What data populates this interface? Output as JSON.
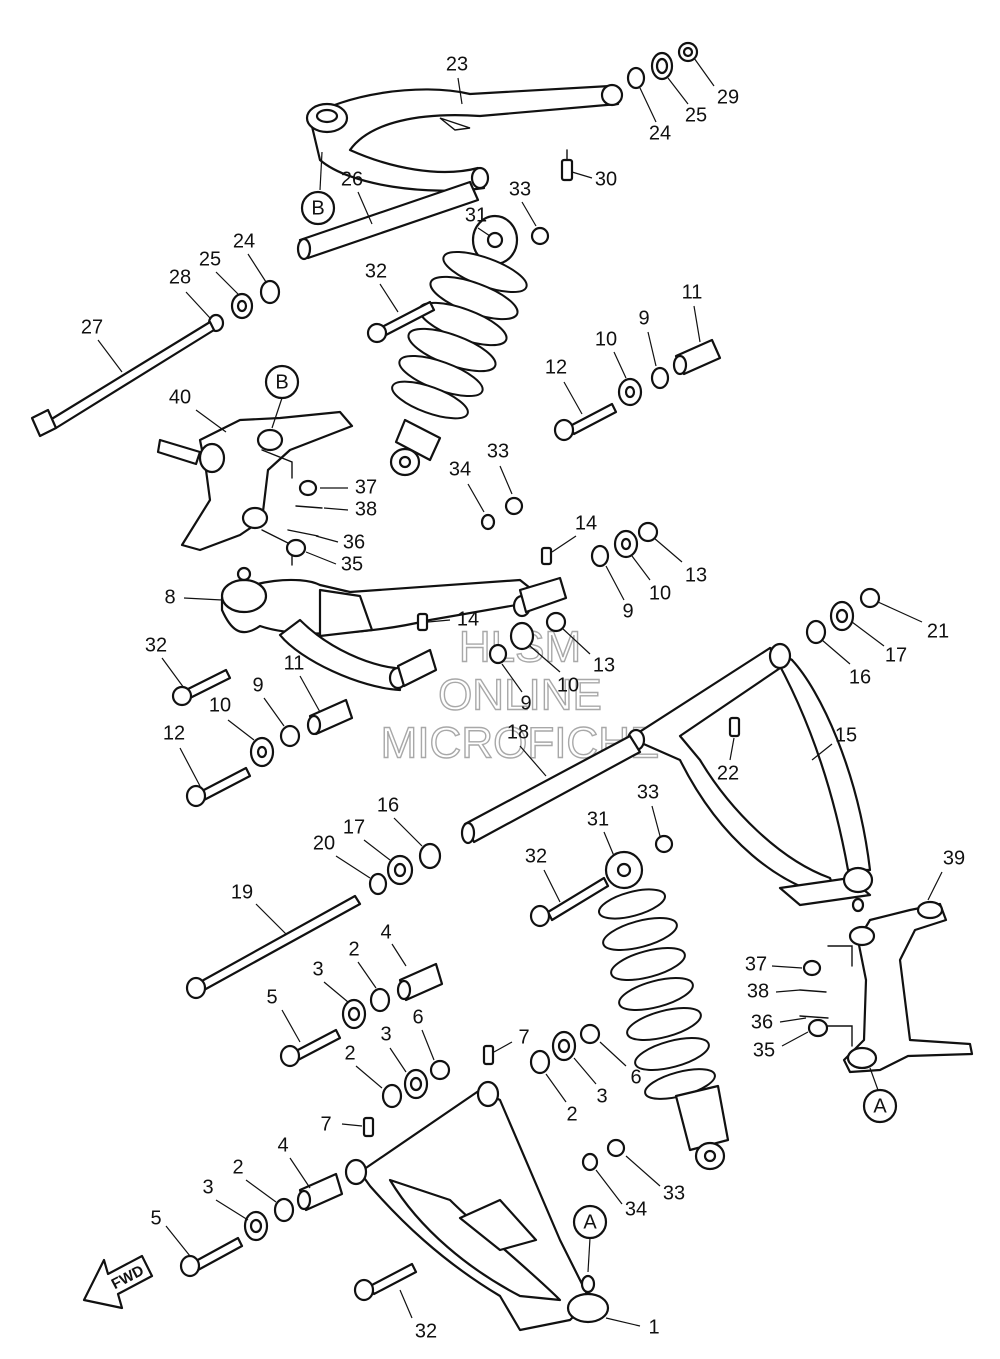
{
  "watermark": {
    "line1": "HLSM",
    "line2": "ONLINE",
    "line3": "MICROFICHE"
  },
  "direction_label": "FWD",
  "reference_markers": [
    {
      "id": "ref_b_top",
      "letter": "B"
    },
    {
      "id": "ref_b_knuckle",
      "letter": "B"
    },
    {
      "id": "ref_a_lower",
      "letter": "A"
    },
    {
      "id": "ref_a_knuckle",
      "letter": "A"
    }
  ],
  "callouts": [
    "23",
    "29",
    "25",
    "24",
    "30",
    "26",
    "33",
    "31",
    "24",
    "25",
    "28",
    "32",
    "27",
    "11",
    "10",
    "9",
    "12",
    "40",
    "33",
    "34",
    "37",
    "38",
    "36",
    "35",
    "14",
    "13",
    "10",
    "9",
    "8",
    "14",
    "13",
    "10",
    "9",
    "32",
    "11",
    "9",
    "10",
    "12",
    "21",
    "17",
    "16",
    "15",
    "18",
    "22",
    "33",
    "31",
    "16",
    "17",
    "20",
    "32",
    "39",
    "19",
    "4",
    "2",
    "3",
    "5",
    "37",
    "38",
    "6",
    "3",
    "2",
    "7",
    "36",
    "35",
    "6",
    "3",
    "2",
    "7",
    "4",
    "2",
    "3",
    "5",
    "34",
    "33",
    "32",
    "1"
  ]
}
